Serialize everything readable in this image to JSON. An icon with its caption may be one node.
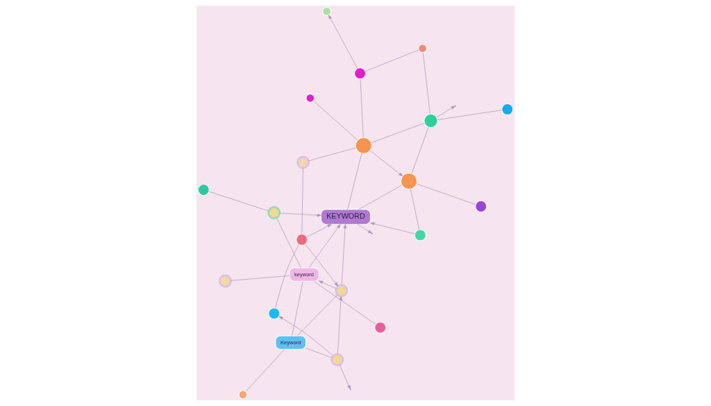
{
  "diagram": {
    "nodes": [
      {
        "text": [],
        "shape": "circle"
      },
      {
        "text": [],
        "shape": "circle"
      },
      {
        "text": [],
        "shape": "circle"
      },
      {
        "text": [],
        "shape": "circle"
      },
      {
        "text": [],
        "shape": "circle"
      },
      {
        "text": [],
        "shape": "circle"
      },
      {
        "text": [],
        "shape": "circle"
      },
      {
        "text": [],
        "shape": "circle"
      },
      {
        "text": [
          "keyword"
        ]
      },
      {
        "text": [
          "KEYWORD"
        ]
      },
      {
        "text": [],
        "shape": "circle"
      },
      {
        "text": [],
        "shape": "circle"
      },
      {
        "text": [],
        "shape": "circle"
      },
      {
        "text": [],
        "shape": "circle"
      },
      {
        "text": [],
        "shape": "circle"
      },
      {
        "text": [
          "Keyword"
        ]
      },
      {
        "text": [],
        "shape": "circle"
      },
      {
        "text": [],
        "shape": "circle"
      },
      {
        "text": [],
        "shape": "circle"
      },
      {
        "text": [],
        "shape": "circle"
      },
      {
        "text": [],
        "shape": "circle"
      },
      {
        "text": [],
        "shape": "circle"
      },
      {
        "text": [],
        "shape": "circle"
      }
    ],
    "edges": [
      {
        "from": 0,
        "to": 2,
        "arrow": "none"
      },
      {
        "from": 1,
        "to": 8,
        "arrow": "none"
      },
      {
        "from": 2,
        "to": 8,
        "arrow": "none"
      },
      {
        "from": 2,
        "to": 9,
        "arrow": "to"
      },
      {
        "from": 5,
        "to": 8,
        "arrow": "none"
      },
      {
        "from": 8,
        "to": 9,
        "arrow": "to"
      },
      {
        "from": 15,
        "to": 8,
        "arrow": "none"
      },
      {
        "from": 13,
        "to": 8,
        "arrow": "to"
      },
      {
        "from": 3,
        "to": 9,
        "arrow": "to"
      },
      {
        "from": 9,
        "to": null,
        "arrow": "to"
      },
      {
        "from": 9,
        "to": 6,
        "arrow": "none"
      },
      {
        "from": 4,
        "to": 6,
        "arrow": "none"
      },
      {
        "from": 3,
        "to": 6,
        "arrow": "none"
      },
      {
        "from": 6,
        "to": 10,
        "arrow": "none"
      },
      {
        "from": 7,
        "to": 10,
        "arrow": "none"
      },
      {
        "from": 10,
        "to": 12,
        "arrow": "none"
      },
      {
        "from": 10,
        "to": null,
        "arrow": "to"
      },
      {
        "from": 12,
        "to": 17,
        "arrow": "none"
      },
      {
        "from": 14,
        "to": 6,
        "arrow": "to"
      },
      {
        "from": 14,
        "to": 10,
        "arrow": "none"
      },
      {
        "from": 9,
        "to": 14,
        "arrow": "none"
      },
      {
        "from": 14,
        "to": 17,
        "arrow": "none"
      },
      {
        "from": 14,
        "to": 19,
        "arrow": "none"
      },
      {
        "from": 14,
        "to": 21,
        "arrow": "none"
      },
      {
        "from": 17,
        "to": 22,
        "arrow": "to"
      },
      {
        "from": 16,
        "to": 9,
        "arrow": "to"
      },
      {
        "from": 16,
        "to": 13,
        "arrow": "to"
      },
      {
        "from": 16,
        "to": 19,
        "arrow": "none"
      },
      {
        "from": 16,
        "to": 20,
        "arrow": "none"
      },
      {
        "from": 15,
        "to": 13,
        "arrow": "none"
      },
      {
        "from": 13,
        "to": 9,
        "arrow": "to"
      },
      {
        "from": 15,
        "to": 18,
        "arrow": "none"
      },
      {
        "from": 18,
        "to": 13,
        "arrow": "to"
      },
      {
        "from": 18,
        "to": null,
        "arrow": "to"
      },
      {
        "from": 18,
        "to": 20,
        "arrow": "to"
      },
      {
        "from": 11,
        "to": 15,
        "arrow": "none"
      }
    ]
  }
}
